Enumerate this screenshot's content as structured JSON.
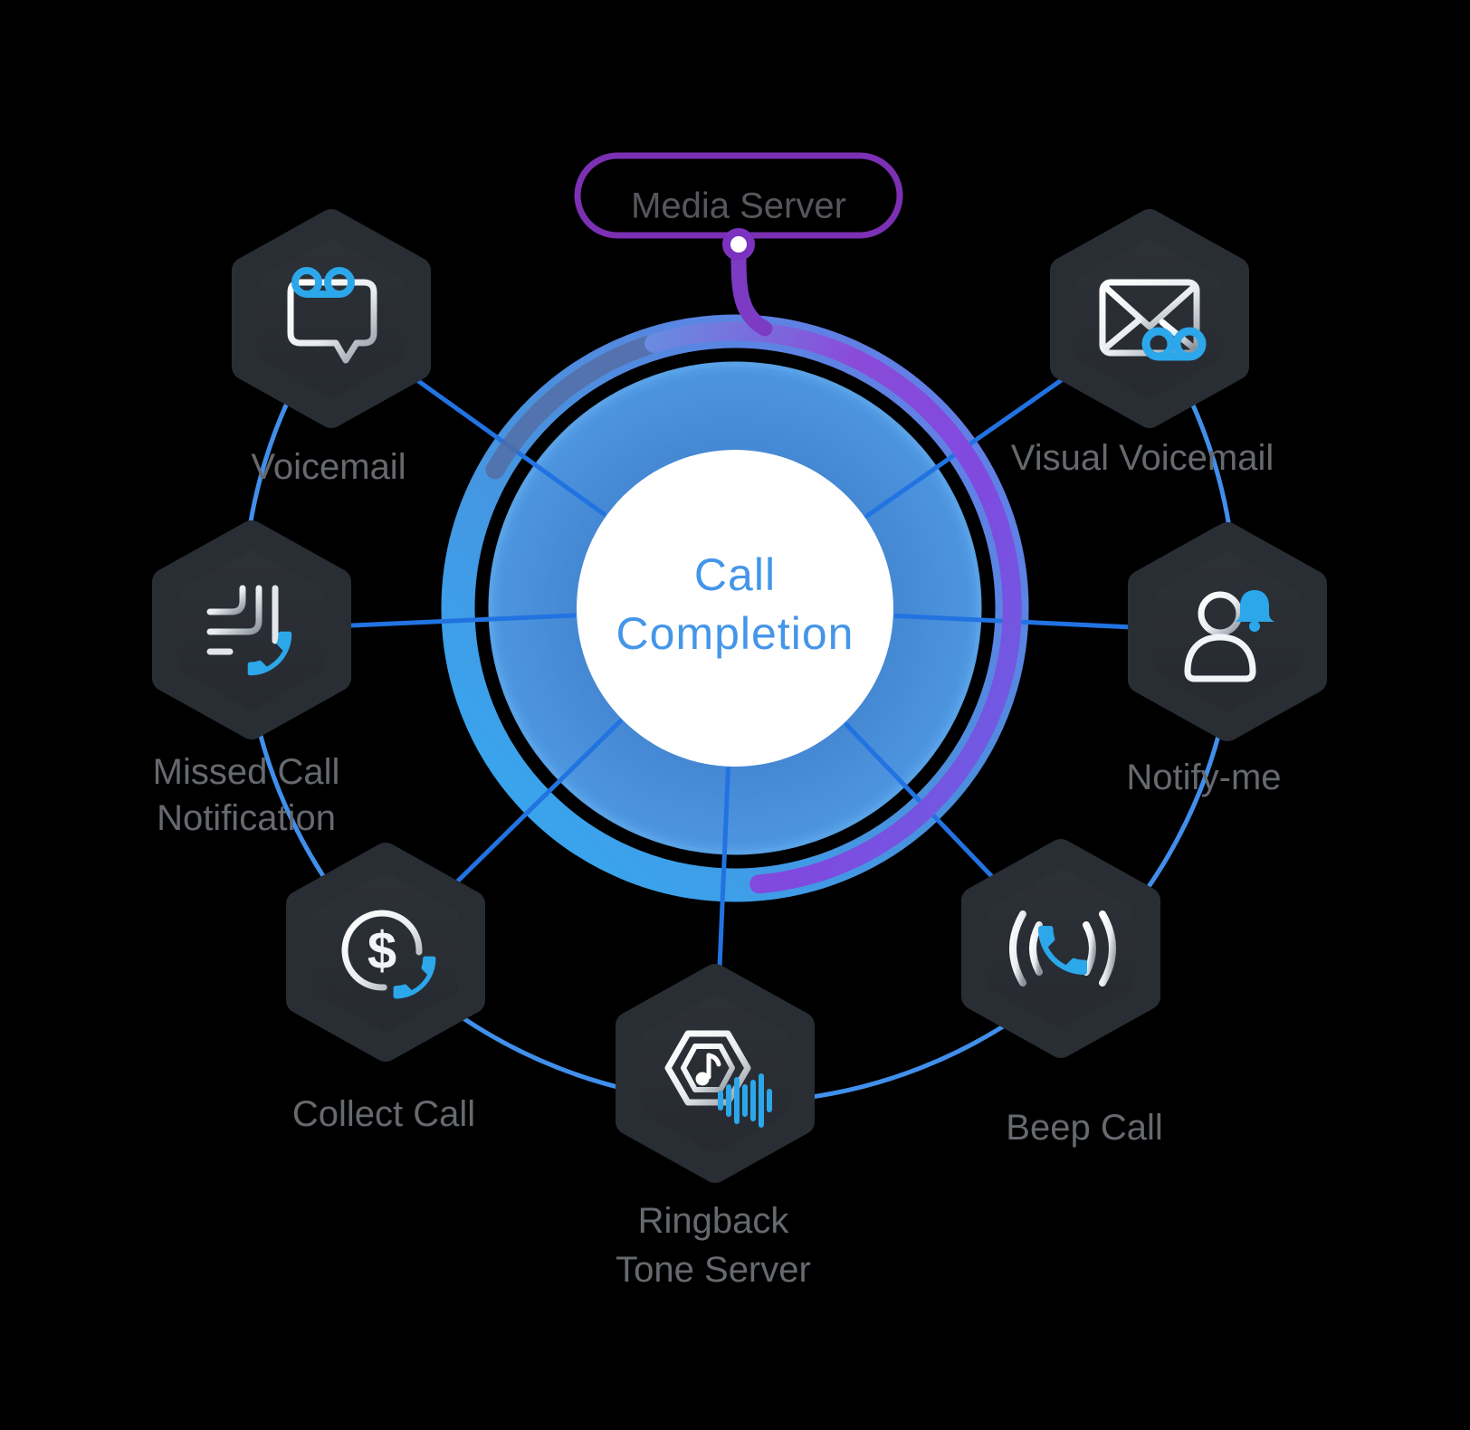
{
  "title": "Call Completion services diagram",
  "background_color": "#000000",
  "colors": {
    "accent_blue": "#2BA7EA",
    "spoke_blue": "#2273E2",
    "outer_arc_blue": "#418FEC",
    "donut_blue": "#4A8FD9",
    "ring_cyan": "#33ABF2",
    "ring_violet": "#6B79E8",
    "stripe_purple": "#8A4BD9",
    "media_purple": "#7C30B4",
    "hexagon_fill": "#292D34",
    "label_gray": "#66696E",
    "hub_text_blue": "#4496E8",
    "media_text_gray": "#55575C"
  },
  "media_server": {
    "label": "Media Server"
  },
  "hub": {
    "title_line1": "Call",
    "title_line2": "Completion"
  },
  "nodes": [
    {
      "id": "voicemail",
      "label": "Voicemail",
      "icon": "voicemail-tape-bubble-icon"
    },
    {
      "id": "visual-voicemail",
      "label": "Visual Voicemail",
      "icon": "envelope-voicemail-icon"
    },
    {
      "id": "missed-call-notification",
      "label_line1": "Missed Call",
      "label_line2": "Notification",
      "icon": "missed-call-phone-icon"
    },
    {
      "id": "notify-me",
      "label": "Notify-me",
      "icon": "person-bell-icon"
    },
    {
      "id": "collect-call",
      "label": "Collect Call",
      "icon": "dollar-circle-phone-icon",
      "currency_symbol": "$"
    },
    {
      "id": "beep-call",
      "label": "Beep Call",
      "icon": "phone-sound-waves-icon"
    },
    {
      "id": "ringback-tone-server",
      "label_line1": "Ringback",
      "label_line2": "Tone Server",
      "icon": "hexagon-music-note-equalizer-icon"
    }
  ]
}
